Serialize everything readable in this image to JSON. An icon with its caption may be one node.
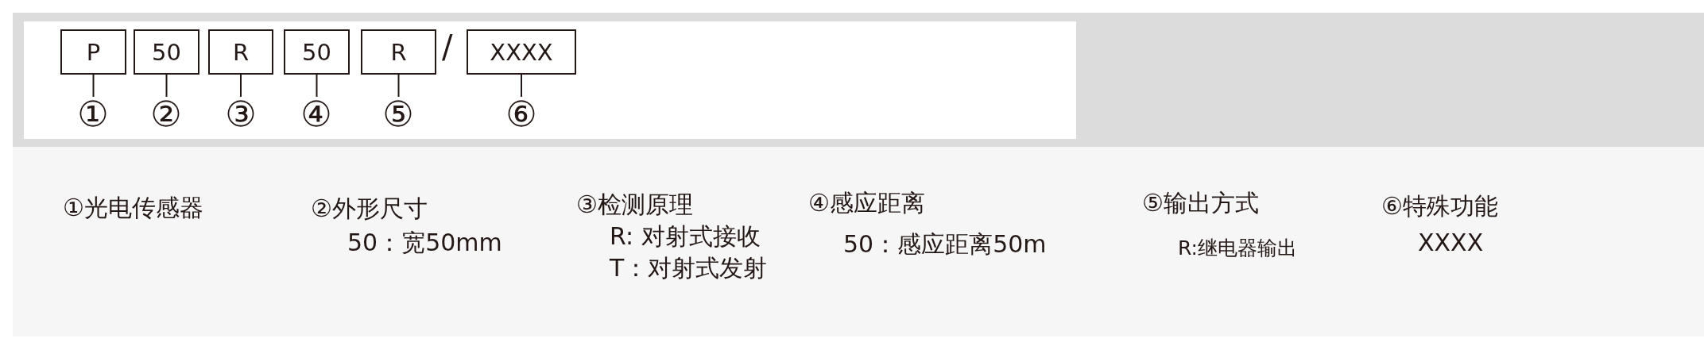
{
  "diagram": {
    "nodes": [
      {
        "text": [
          "P"
        ]
      },
      {
        "text": [
          "50"
        ]
      },
      {
        "text": [
          "R"
        ]
      },
      {
        "text": [
          "50"
        ]
      },
      {
        "text": [
          "R"
        ]
      },
      {
        "text": [
          "XXXX"
        ]
      },
      {
        "text": [
          "①"
        ]
      },
      {
        "text": [
          "②"
        ]
      },
      {
        "text": [
          "③"
        ]
      },
      {
        "text": [
          "④"
        ]
      },
      {
        "text": [
          "⑤"
        ]
      },
      {
        "text": [
          "⑥"
        ]
      }
    ],
    "edges": [
      {
        "from": 0,
        "to": 6,
        "arrow": "none"
      },
      {
        "from": 1,
        "to": 7,
        "arrow": "none"
      },
      {
        "from": 2,
        "to": 8,
        "arrow": "none"
      },
      {
        "from": 3,
        "to": 9,
        "arrow": "none"
      },
      {
        "from": 4,
        "to": 10,
        "arrow": "none"
      },
      {
        "from": 5,
        "to": 11,
        "arrow": "none"
      }
    ],
    "labels": [
      "/",
      "①光电传感器",
      "②外形尺寸",
      "50：宽50mm",
      "③检测原理",
      "R: 对射式接收",
      "T：对射式发射",
      "④感应距离",
      "50：感应距离50m",
      "⑤输出方式",
      "R:继电器输出",
      "⑥特殊功能",
      "XXXX"
    ]
  }
}
